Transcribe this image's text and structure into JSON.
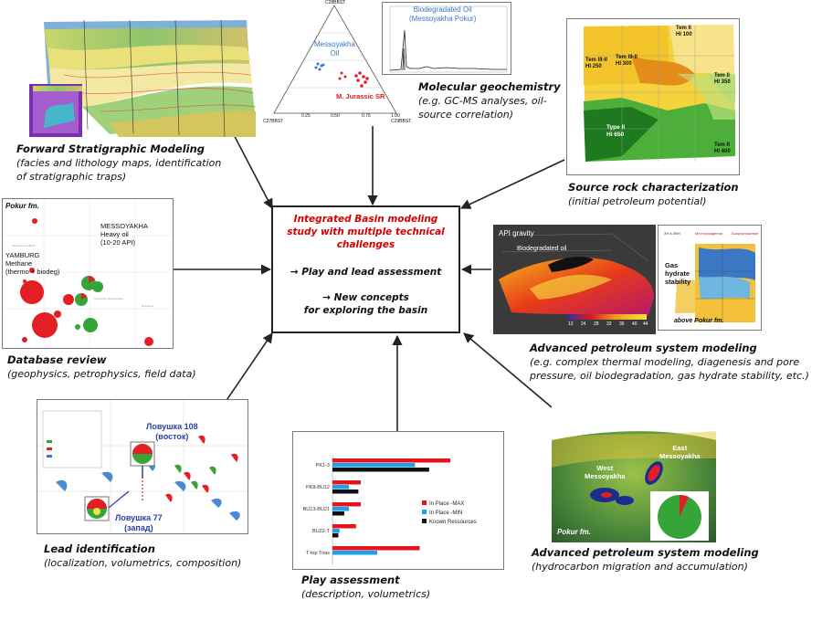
{
  "hub": {
    "line1": "Integrated Basin modeling",
    "line2": "study with multiple technical",
    "line3": "challenges",
    "item1": "→ Play and lead assessment",
    "item2a": "→ New concepts",
    "item2b": "for exploring the basin"
  },
  "captions": {
    "forward_title": "Forward Stratigraphic Modeling",
    "forward_sub1": "(facies and lithology maps, identification",
    "forward_sub2": "of stratigraphic traps)",
    "molecular_title": "Molecular geochemistry",
    "molecular_sub1": "(e.g. GC-MS analyses, oil-",
    "molecular_sub2": "source correlation)",
    "source_title": "Source rock characterization",
    "source_sub": "(initial petroleum potential)",
    "database_title": "Database review",
    "database_sub": "(geophysics, petrophysics, field data)",
    "adv1_title": "Advanced petroleum system modeling",
    "adv1_sub1": "(e.g. complex thermal modeling, diagenesis and pore",
    "adv1_sub2": "pressure, oil biodegradation, gas hydrate stability, etc.)",
    "lead_title": "Lead identification",
    "lead_sub": "(localization, volumetrics, composition)",
    "play_title": "Play assessment",
    "play_sub": "(description, volumetrics)",
    "adv2_title": "Advanced petroleum system modeling",
    "adv2_sub": "(hydrocarbon migration and accumulation)"
  },
  "panel_labels": {
    "ternary_top": "C28BBST",
    "ternary_left": "C27BBST",
    "ternary_right": "C29BBST",
    "messoyakha_oil_1": "Messoyakha",
    "messoyakha_oil_2": "Oil",
    "jurassic_sr": "M. Jurassic SR",
    "gc_title_1": "Biodegradated Oil",
    "gc_title_2": "(Messoyakha Pokur)",
    "tern_ticks": [
      "0.25",
      "0.50",
      "0.75",
      "1.00"
    ],
    "sr_tem2": "Tem II",
    "sr_hi100": "HI 100",
    "sr_tem3a": "Tem III-II",
    "sr_hi250": "HI 250",
    "sr_tem3b": "Tem III-II",
    "sr_hi300": "HI 300",
    "sr_tem4": "Tem II",
    "sr_hi350": "HI 350",
    "sr_type": "Type II",
    "sr_hi650": "HI 650",
    "sr_tem5": "Tem II",
    "sr_hi400": "HI 400",
    "pokur_fm": "Pokur fm.",
    "messoyakha_heavy_1": "MESSOYAKHA",
    "messoyakha_heavy_2": "Heavy oil",
    "messoyakha_heavy_3": "(10-20 API)",
    "yamburg_1": "YAMBURG",
    "yamburg_2": "Methane",
    "yamburg_3": "(thermo + biodeg)",
    "api_gravity": "API gravity",
    "biodegradated_oil": "Biodegradated oil",
    "gas_hydrate_1": "Gas",
    "gas_hydrate_2": "hydrate",
    "gas_hydrate_3": "stability",
    "above_pokur": "above Pokur fm.",
    "lovushka108_1": "Ловушка 108",
    "lovushka108_2": "(восток)",
    "lovushka77_1": "Ловушка 77",
    "lovushka77_2": "(запад)",
    "west_messoyakha_1": "West",
    "west_messoyakha_2": "Messoyakha",
    "east_messoyakha_1": "East",
    "east_messoyakha_2": "Messoyakha",
    "pokur_fm_2": "Pokur fm.",
    "api_scale": [
      "13",
      "24",
      "28",
      "32",
      "36",
      "40",
      "44"
    ]
  },
  "chart_data": {
    "type": "bar",
    "orientation": "horizontal",
    "categories": [
      "PK1-3",
      "PK8-BU12",
      "BU13-BU21",
      "BU22-T",
      "T-top Trias"
    ],
    "series": [
      {
        "name": "In Place -MAX",
        "color": "#e8141c",
        "values": [
          100,
          24,
          24,
          20,
          74
        ]
      },
      {
        "name": "In Place -MIN",
        "color": "#1aa3e8",
        "values": [
          70,
          14,
          14,
          6,
          38
        ]
      },
      {
        "name": "Known Ressources",
        "color": "#111111",
        "values": [
          82,
          22,
          10,
          5,
          0
        ]
      }
    ],
    "xlim": [
      0,
      110
    ]
  }
}
